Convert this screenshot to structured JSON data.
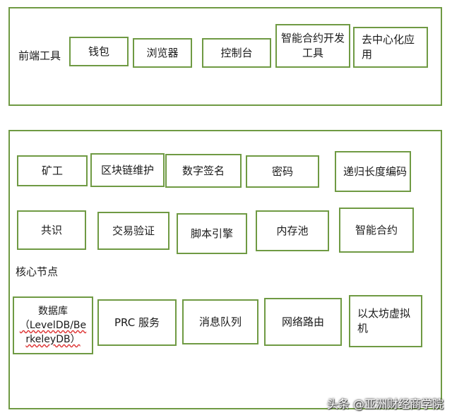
{
  "top_panel": {
    "label": "前端工具",
    "boxes": [
      "钱包",
      "浏览器",
      "控制台",
      "智能合约开发工具",
      "去中心化应用"
    ]
  },
  "bottom_panel": {
    "label": "核心节点",
    "row1": [
      "矿工",
      "区块链维护",
      "数字签名",
      "密码",
      "递归长度编码"
    ],
    "row2": [
      "共识",
      "交易验证",
      "脚本引擎",
      "内存池",
      "智能合约"
    ],
    "row3": {
      "database_line1": "数据库",
      "database_line2": "（LevelDB/Be",
      "database_line3": "rkeleyDB）",
      "others": [
        "PRC 服务",
        "消息队列",
        "网络路由",
        "以太坊虚拟机"
      ]
    }
  },
  "watermark": "头条 @亚洲财经商学院",
  "colors": {
    "border": "#6f9a43",
    "text": "#1a1a1a",
    "wavy_underline": "#d33"
  }
}
